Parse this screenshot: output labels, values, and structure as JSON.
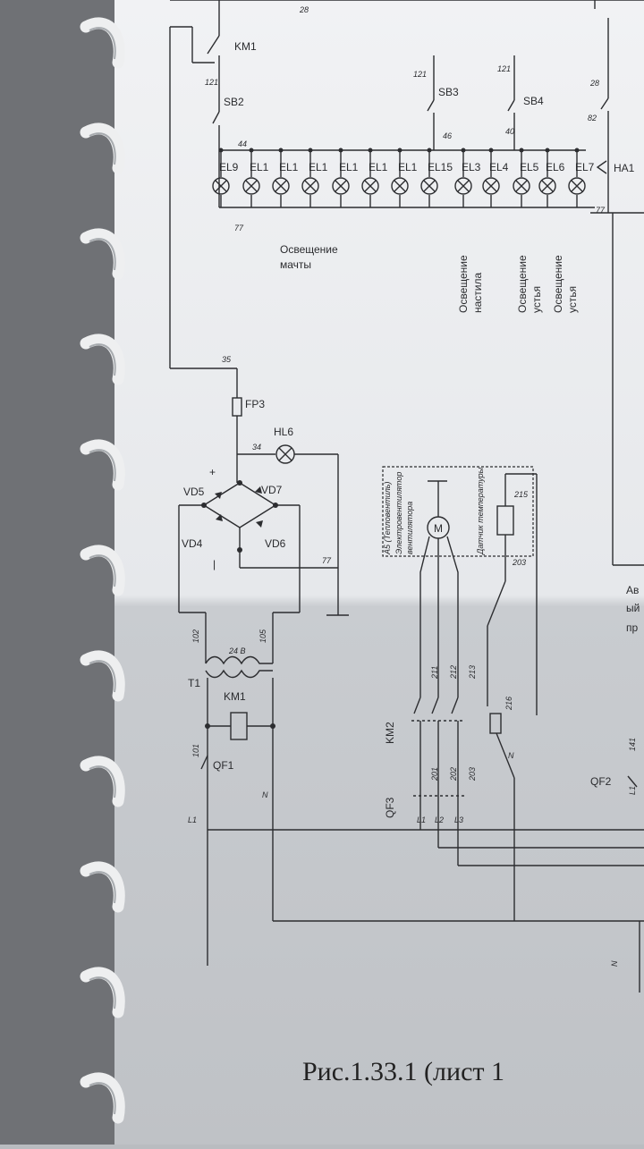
{
  "top_wire": "28",
  "relays": {
    "km1_top": "KM1",
    "km1_coil": "KM1",
    "km2": "KM2"
  },
  "switches": {
    "sb2": "SB2",
    "sb3": "SB3",
    "sb4": "SB4",
    "qf1": "QF1",
    "qf2": "QF2",
    "qf3": "QF3"
  },
  "wires": {
    "w121a": "121",
    "w121b": "121",
    "w121c": "121",
    "w28r": "28",
    "w82": "82",
    "w44": "44",
    "w46": "46",
    "w40": "40",
    "w77a": "77",
    "w77b": "77",
    "w77c": "77",
    "w35": "35",
    "w34": "34",
    "w102": "102",
    "w105": "105",
    "w101": "101",
    "w211": "211",
    "w212": "212",
    "w213": "213",
    "w201": "201",
    "w202": "202",
    "w203": "203",
    "w215": "215",
    "w203b": "203",
    "w216": "216",
    "w141": "141",
    "n1": "N",
    "n2": "N",
    "n3": "N",
    "l1a": "L1",
    "l1b": "L1",
    "l1c": "L1",
    "l2": "L2",
    "l3": "L3"
  },
  "lamps": [
    "EL9",
    "EL1",
    "EL1",
    "EL1",
    "EL1",
    "EL1",
    "EL1",
    "EL15",
    "EL3",
    "EL4",
    "EL5",
    "EL6",
    "EL7"
  ],
  "ha1": "HA1",
  "groups": {
    "mast": [
      "Освещение",
      "мачты"
    ],
    "deck": [
      "Освещение",
      "настила"
    ],
    "mouth1": [
      "Освещение",
      "устья"
    ],
    "mouth2": [
      "Освещение",
      "устья"
    ]
  },
  "power": {
    "fp3": "FP3",
    "hl6": "HL6",
    "plus": "+",
    "minus": "|",
    "vd5": "VD5",
    "vd7": "VD7",
    "vd4": "VD4",
    "vd6": "VD6",
    "t1": "T1",
    "volt": "24 В"
  },
  "box_a5": [
    "А5 (Тепловентиль)",
    "Электровентилятор",
    "вентилятора"
  ],
  "motor": "M",
  "temp_sensor": "Датчик температуры",
  "right_text": [
    "Ав",
    "ый",
    "пр"
  ],
  "caption": "Рис.1.33.1 (лист 1"
}
